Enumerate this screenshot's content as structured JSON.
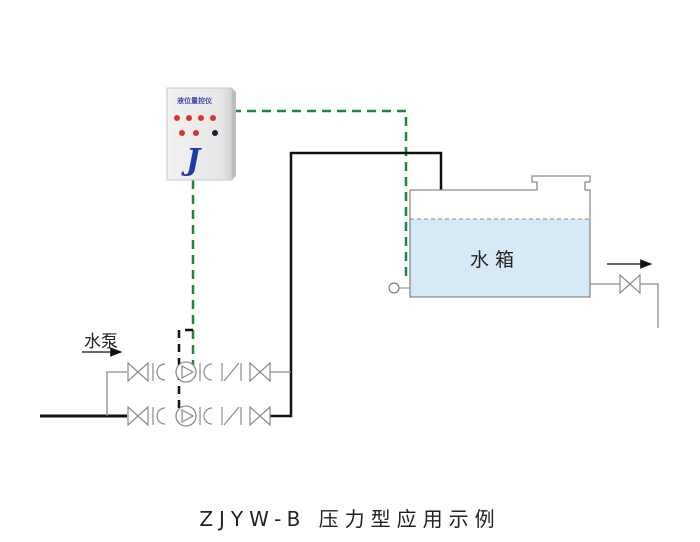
{
  "diagram": {
    "control_box": {
      "title": "液位量控仪",
      "logo": "J",
      "buttons_row1": [
        "red",
        "red",
        "red",
        "red"
      ],
      "buttons_row2": [
        "red",
        "red",
        "dark"
      ]
    },
    "tank": {
      "label": "水 箱"
    },
    "pump": {
      "label": "水泵"
    },
    "caption": "ZJYW-B 压力型应用示例",
    "colors": {
      "signal_line": "#1a8a3a",
      "main_pipe": "#111111",
      "thin_pipe": "#8a8a8a",
      "water": "#d5e9f7",
      "indicator_red": "#e0322a",
      "indicator_dark": "#1e1e3a",
      "logo_blue": "#1f3aa8"
    }
  }
}
